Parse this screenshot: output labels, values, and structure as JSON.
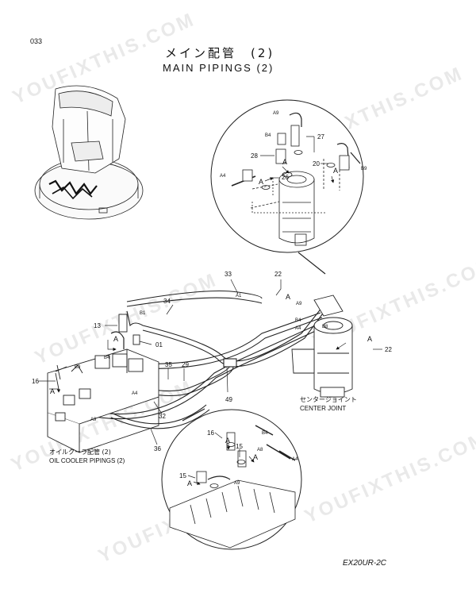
{
  "page_number": "033",
  "title_jp": "メイン配管　(2)",
  "title_en": "MAIN  PIPINGS  (2)",
  "model_code": "EX20UR-2C",
  "labels": {
    "center_joint_jp": "センタージョイント",
    "center_joint_en": "CENTER JOINT",
    "oil_cooler_jp": "オイルクーラ配管 (2)",
    "oil_cooler_en": "OIL COOLER PIPINGS (2)"
  },
  "watermark": "YOUFIXTHIS.COM",
  "callouts": {
    "c33": "33",
    "c22a": "22",
    "c34": "34",
    "c13": "13",
    "c01": "01",
    "c35": "35",
    "c29": "29",
    "c16a": "16",
    "c49": "49",
    "c32": "32",
    "c36": "36",
    "c22b": "22",
    "c27": "27",
    "c28": "28",
    "c20": "20",
    "c26": "26",
    "c16b": "16",
    "c15a": "15",
    "c15b": "15"
  },
  "port_tags": {
    "a9top": "A9",
    "b4top": "B4",
    "a4top": "A4",
    "b9top": "B9",
    "a1": "A1",
    "a9mid": "A9",
    "b4mid": "B4",
    "b8mid": "B8",
    "a4mid": "A4",
    "b1": "B1",
    "b4left": "B4",
    "b9left": "B9",
    "a4left": "A4",
    "a9left": "A9",
    "b4bot": "B4",
    "a4bot": "A4",
    "a8bot": "A8",
    "a9bot": "A9"
  },
  "arrow_letter": "A"
}
